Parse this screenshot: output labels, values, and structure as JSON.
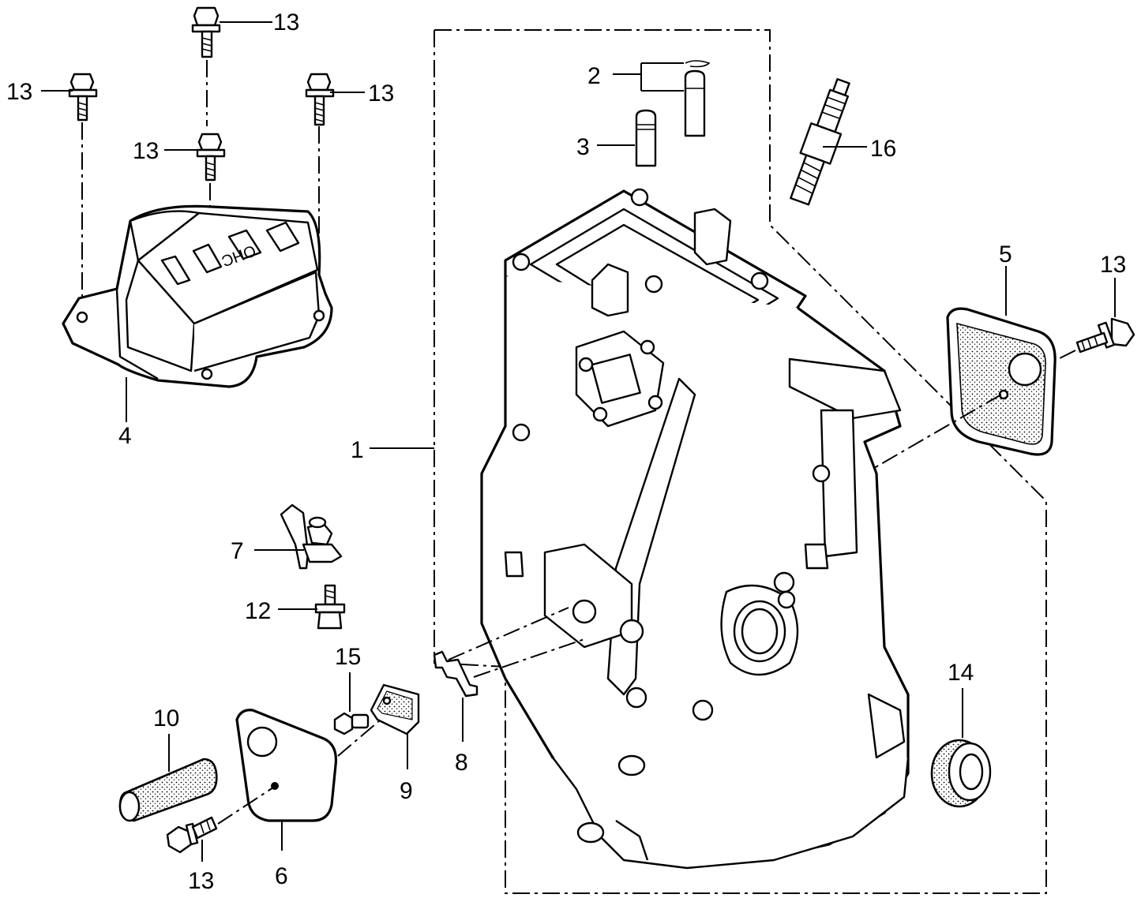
{
  "diagram": {
    "callouts": [
      {
        "id": "c13a",
        "text": "13"
      },
      {
        "id": "c13b",
        "text": "13"
      },
      {
        "id": "c13c",
        "text": "13"
      },
      {
        "id": "c13d",
        "text": "13"
      },
      {
        "id": "c13e",
        "text": "13"
      },
      {
        "id": "c13f",
        "text": "13"
      },
      {
        "id": "c2",
        "text": "2"
      },
      {
        "id": "c3",
        "text": "3"
      },
      {
        "id": "c16",
        "text": "16"
      },
      {
        "id": "c5",
        "text": "5"
      },
      {
        "id": "c4",
        "text": "4"
      },
      {
        "id": "c1",
        "text": "1"
      },
      {
        "id": "c7",
        "text": "7"
      },
      {
        "id": "c12",
        "text": "12"
      },
      {
        "id": "c15",
        "text": "15"
      },
      {
        "id": "c10",
        "text": "10"
      },
      {
        "id": "c9",
        "text": "9"
      },
      {
        "id": "c8",
        "text": "8"
      },
      {
        "id": "c6",
        "text": "6"
      },
      {
        "id": "c14",
        "text": "14"
      }
    ],
    "cover_emblem": "OHC"
  }
}
